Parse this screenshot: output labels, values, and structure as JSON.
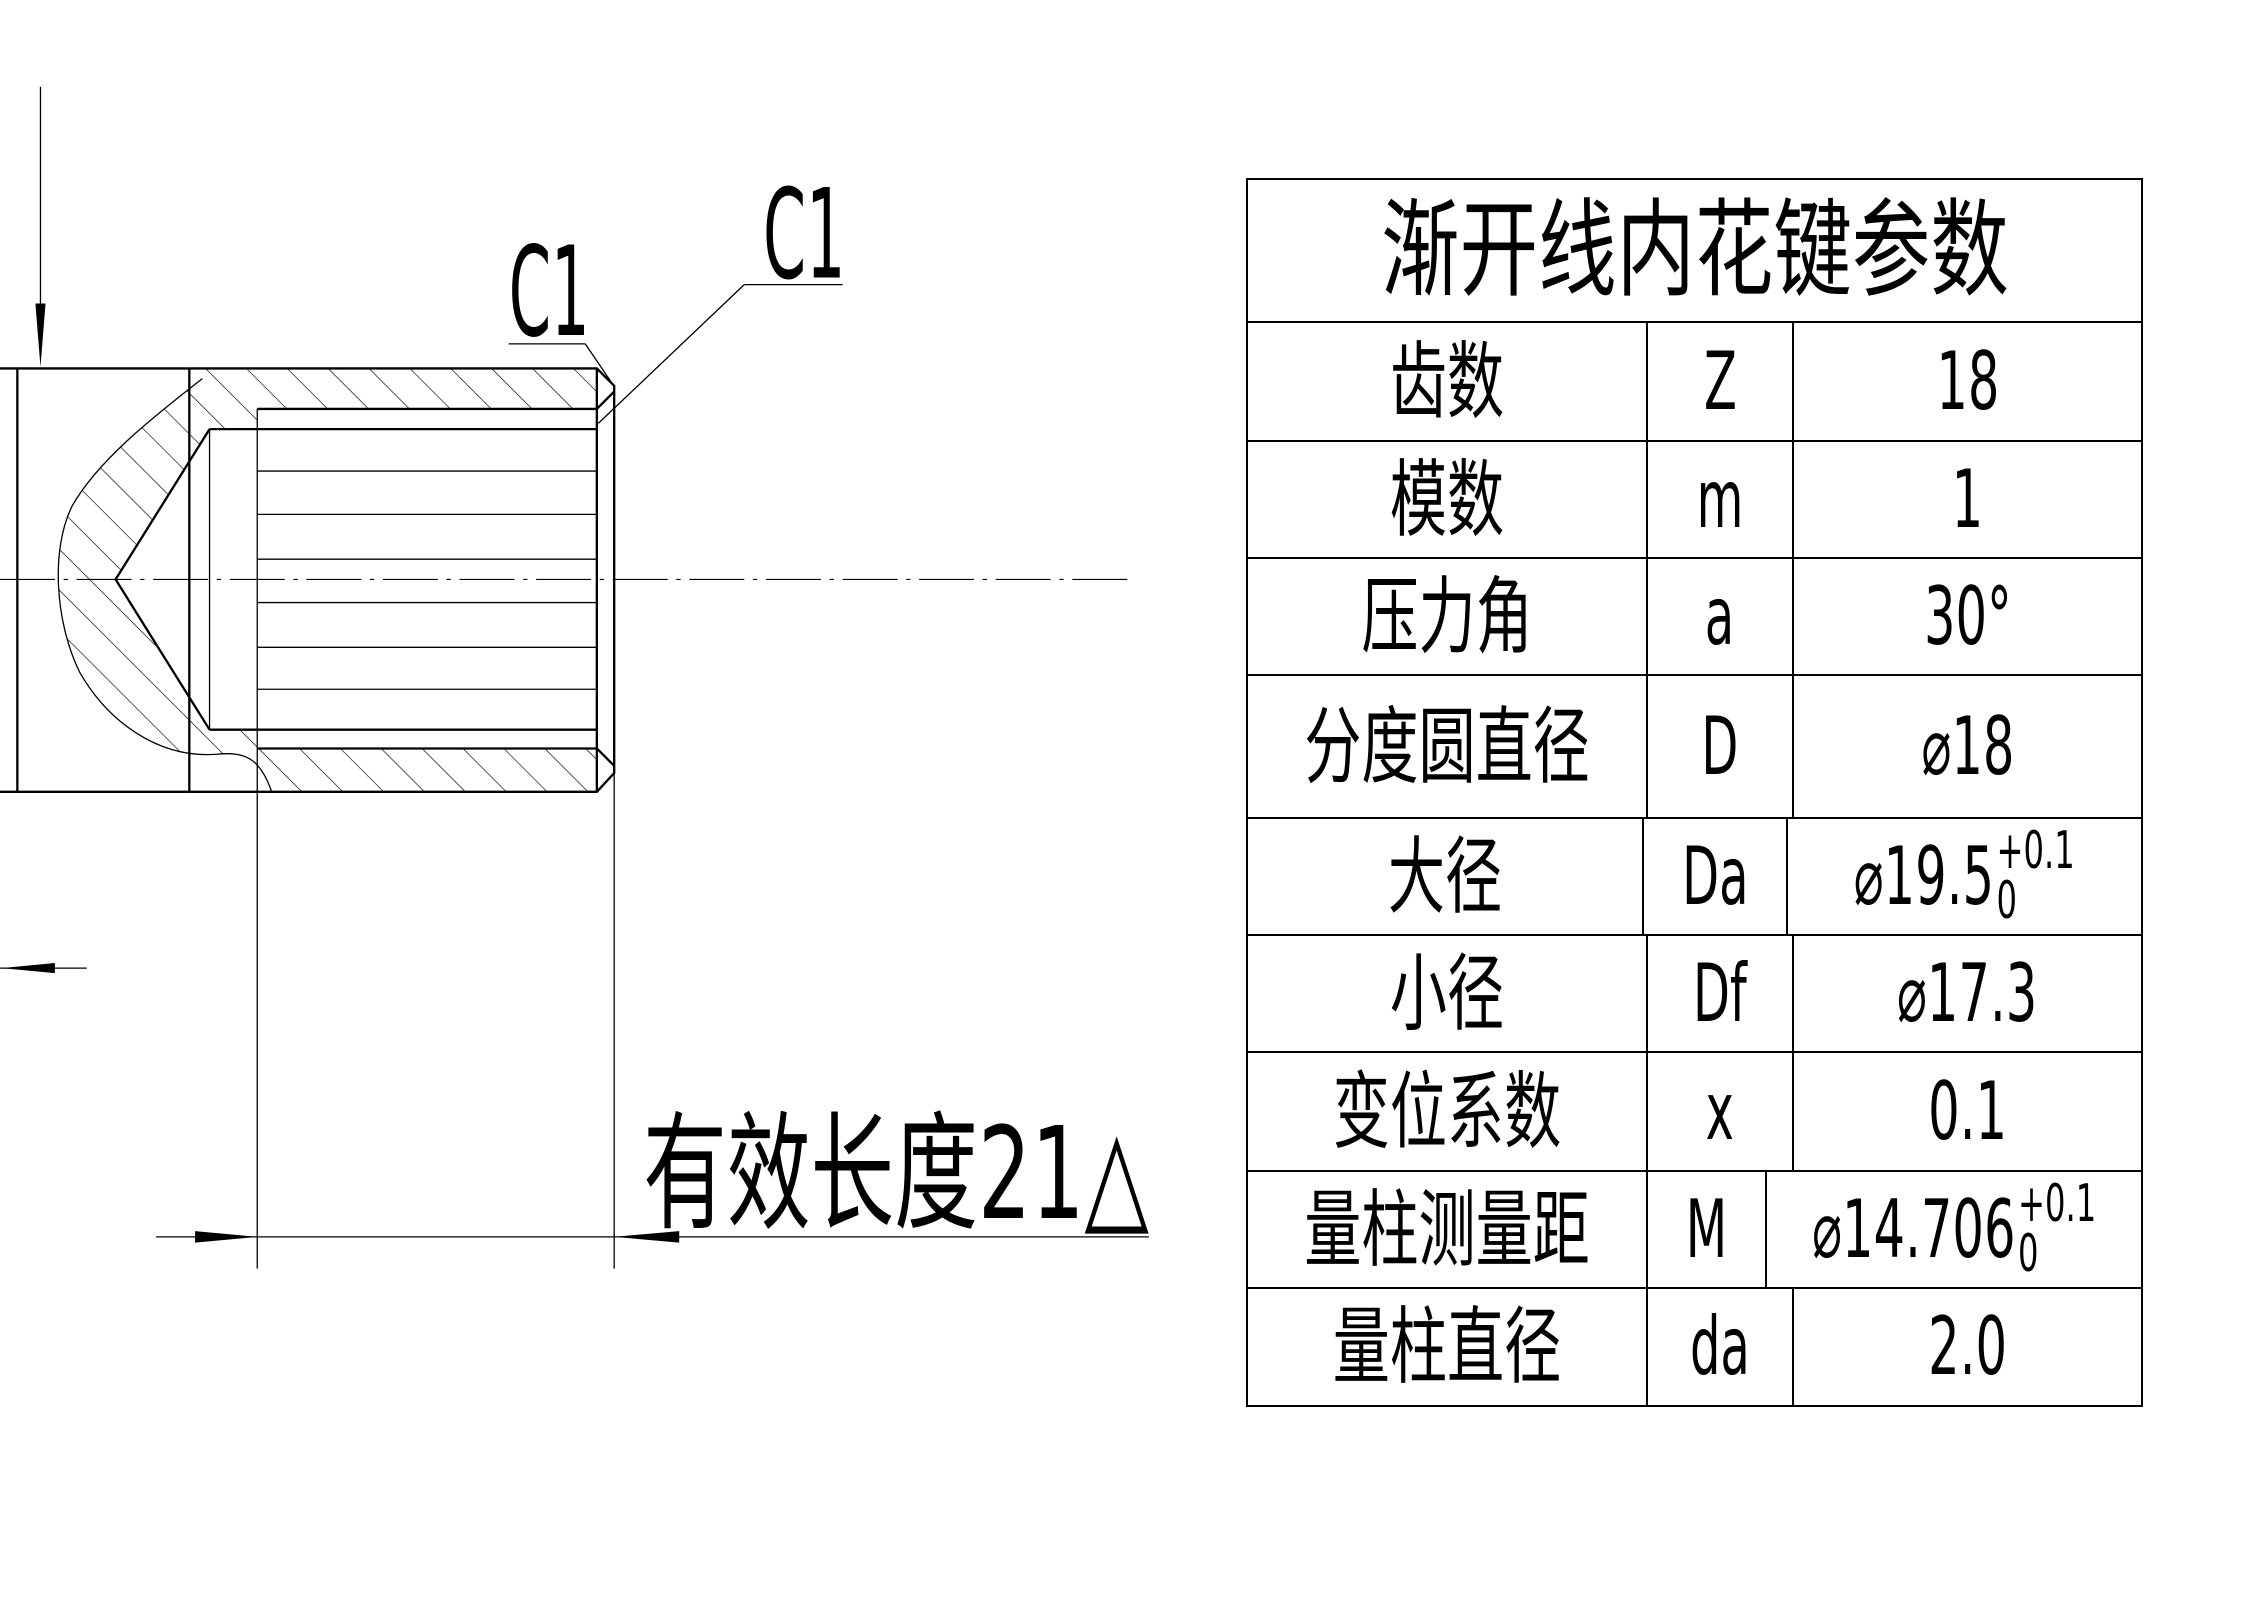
{
  "drawing": {
    "chamfer_label_outer": "C1",
    "chamfer_label_inner": "C1",
    "effective_length": "有效长度21△"
  },
  "spline_table": {
    "title": "渐开线内花键参数",
    "rows": [
      {
        "name": "齿数",
        "symbol": "Z",
        "value": "18"
      },
      {
        "name": "模数",
        "symbol": "m",
        "value": "1"
      },
      {
        "name": "压力角",
        "symbol": "a",
        "value": "30°"
      },
      {
        "name": "分度圆直径",
        "symbol": "D",
        "value": "⌀18"
      },
      {
        "name": "大径",
        "symbol": "Da",
        "value": "⌀19.5",
        "tol_upper": "+0.1",
        "tol_lower": "0"
      },
      {
        "name": "小径",
        "symbol": "Df",
        "value": "⌀17.3"
      },
      {
        "name": "变位系数",
        "symbol": "x",
        "value": "0.1"
      },
      {
        "name": "量柱测量距",
        "symbol": "M",
        "value": "⌀14.706",
        "tol_upper": "+0.1",
        "tol_lower": "0"
      },
      {
        "name": "量柱直径",
        "symbol": "da",
        "value": "2.0"
      }
    ]
  }
}
